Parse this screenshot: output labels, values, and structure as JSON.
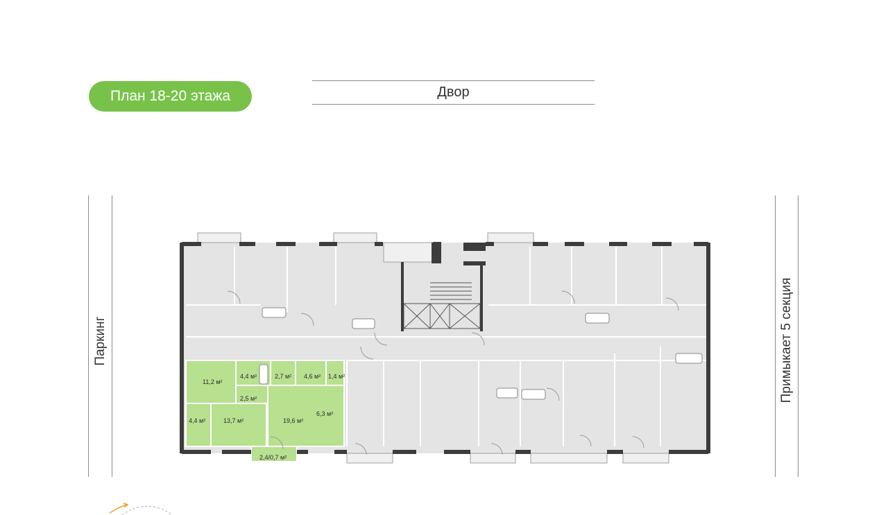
{
  "header": {
    "floor_badge": "План 18-20 этажа",
    "courtyard_label": "Двор"
  },
  "sides": {
    "left_label": "Паркинг",
    "right_label": "Примыкает 5 секция"
  },
  "colors": {
    "accent": "#78c24a",
    "highlight_fill": "#b7e08f",
    "room_fill": "#e4e4e4",
    "wall": "#3c3c3c"
  },
  "apartment": {
    "areas": [
      "11,2 м²",
      "4,4 м²",
      "2,7 м²",
      "4,6 м²",
      "1,4 м²",
      "2,5 м²",
      "6,3 м²",
      "4,4 м²",
      "13,7 м²",
      "19,6 м²",
      "2,4/0,7 м²"
    ]
  },
  "icons": {
    "compass": "compass-icon"
  }
}
